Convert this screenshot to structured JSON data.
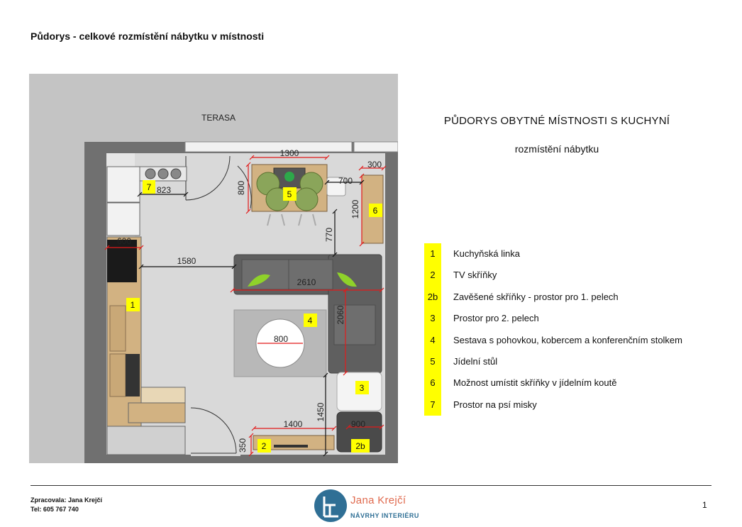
{
  "page": {
    "title": "Půdorys - celkové rozmístění nábytku v místnosti",
    "heading": "PŮDORYS OBYTNÉ MÍSTNOSTI S KUCHYNÍ",
    "subheading": "rozmístění nábytku",
    "page_number": "1"
  },
  "plan": {
    "terrace_label": "TERASA",
    "dimensions": {
      "d1300": "1300",
      "d300": "300",
      "d700": "700",
      "d823": "823",
      "d800_table": "800",
      "d1200": "1200",
      "d770": "770",
      "d600": "600",
      "d1580": "1580",
      "d2610": "2610",
      "d2060": "2060",
      "d800_round": "800",
      "d1450": "1450",
      "d1400": "1400",
      "d900": "900",
      "d350": "350"
    },
    "markers": {
      "m1": "1",
      "m2": "2",
      "m2b": "2b",
      "m3": "3",
      "m4": "4",
      "m5": "5",
      "m6": "6",
      "m7": "7"
    },
    "colors": {
      "wall": "#707070",
      "outside": "#c4c4c4",
      "floor": "#d9d9d9",
      "wood": "#d2b282",
      "sofa": "#5f5f5f",
      "dimension": "#e21a1a",
      "marker": "#ffff00",
      "chair": "#8aa55a"
    }
  },
  "legend": [
    {
      "num": "1",
      "label": "Kuchyňská linka"
    },
    {
      "num": "2",
      "label": "TV skříňky"
    },
    {
      "num": "2b",
      "label": "Zavěšené skříňky - prostor pro 1. pelech"
    },
    {
      "num": "3",
      "label": "Prostor pro 2. pelech"
    },
    {
      "num": "4",
      "label": "Sestava s pohovkou, kobercem a konferenčním stolkem"
    },
    {
      "num": "5",
      "label": "Jídelní stůl"
    },
    {
      "num": "6",
      "label": "Možnost umístit skříňky v jídelním koutě"
    },
    {
      "num": "7",
      "label": "Prostor na psí misky"
    }
  ],
  "footer": {
    "author": "Zpracovala: Jana Krejčí",
    "phone": "Tel: 605 767 740",
    "logo_name": "Jana Krejčí",
    "logo_tagline": "NÁVRHY INTERIÉRU",
    "logo_icon": "house-plan-logo-icon",
    "brand_color": "#2f6f95"
  }
}
